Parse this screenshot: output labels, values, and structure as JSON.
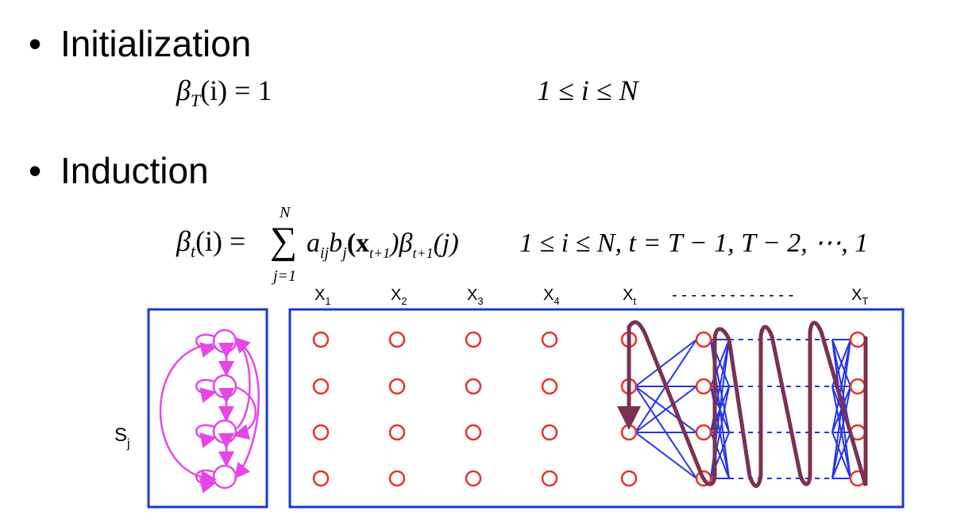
{
  "bullets": {
    "initialization": "Initialization",
    "induction": "Induction"
  },
  "equations": {
    "init_lhs": "β",
    "init_lhs_sub": "T",
    "init_lhs_args": "(i) = 1",
    "init_range": "1 ≤ i ≤ N",
    "ind_lhs": "β",
    "ind_lhs_sub": "t",
    "ind_lhs_args": "(i) =",
    "ind_sum": "∑",
    "ind_sum_top": "N",
    "ind_sum_bottom": "j=1",
    "ind_body": "a",
    "ind_body_sub_a": "ij",
    "ind_body_b": "b",
    "ind_body_sub_b": "j",
    "ind_body_x": "(x",
    "ind_body_sub_x": "t+1",
    "ind_body_beta": ")β",
    "ind_body_sub_beta": "t+1",
    "ind_body_end": "(j)",
    "ind_range": "1 ≤ i ≤ N,   t = T − 1, T − 2, ⋯, 1"
  },
  "diagram": {
    "state_label": "S",
    "state_label_sub": "j",
    "columns": [
      {
        "label": "X",
        "sub": "1"
      },
      {
        "label": "X",
        "sub": "2"
      },
      {
        "label": "X",
        "sub": "3"
      },
      {
        "label": "X",
        "sub": "4"
      },
      {
        "label": "X",
        "sub": "t"
      },
      {
        "label": "X",
        "sub": "T"
      }
    ],
    "ellipsis": "- - - - - - - - - - - - -",
    "colors": {
      "frame": "#1a37d6",
      "state_graph": "#e646e6",
      "node": "#e8302a",
      "path": "#7a3152",
      "link": "#2233ee"
    }
  }
}
